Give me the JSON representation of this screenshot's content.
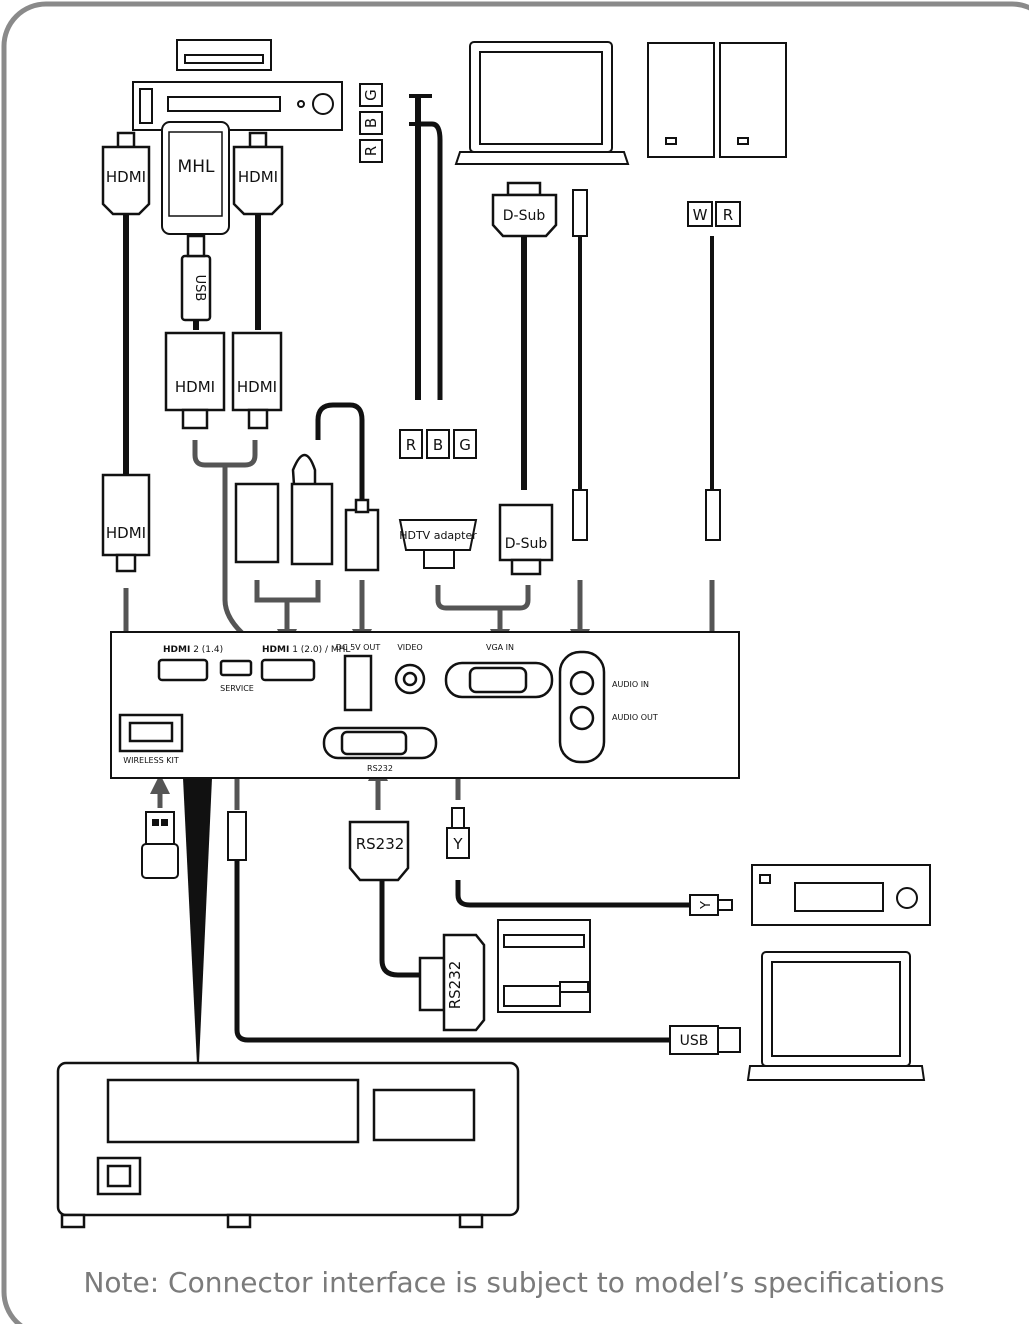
{
  "labels": {
    "hdmi": "HDMI",
    "mhl": "MHL",
    "usb": "USB",
    "dsub": "D-Sub",
    "hdtv_adapter": "HDTV adapter",
    "r": "R",
    "b": "B",
    "g": "G",
    "w": "W",
    "y": "Y",
    "rs232": "RS232"
  },
  "panel": {
    "hdmi2": "2 (1.4)",
    "hdmi1": "1 (2.0) / MHL",
    "service": "SERVICE",
    "dc5v": "DC 5V OUT",
    "video": "VIDEO",
    "vga_in": "VGA IN",
    "audio_in": "AUDIO IN",
    "audio_out": "AUDIO OUT",
    "rs232": "RS232",
    "wireless_kit": "WIRELESS KIT"
  },
  "note": "Note: Connector interface is subject to model’s specifications",
  "colors": {
    "frame": "#8a8a8a",
    "ink": "#111111",
    "arrow": "#555555",
    "note": "#7b7b7b"
  }
}
